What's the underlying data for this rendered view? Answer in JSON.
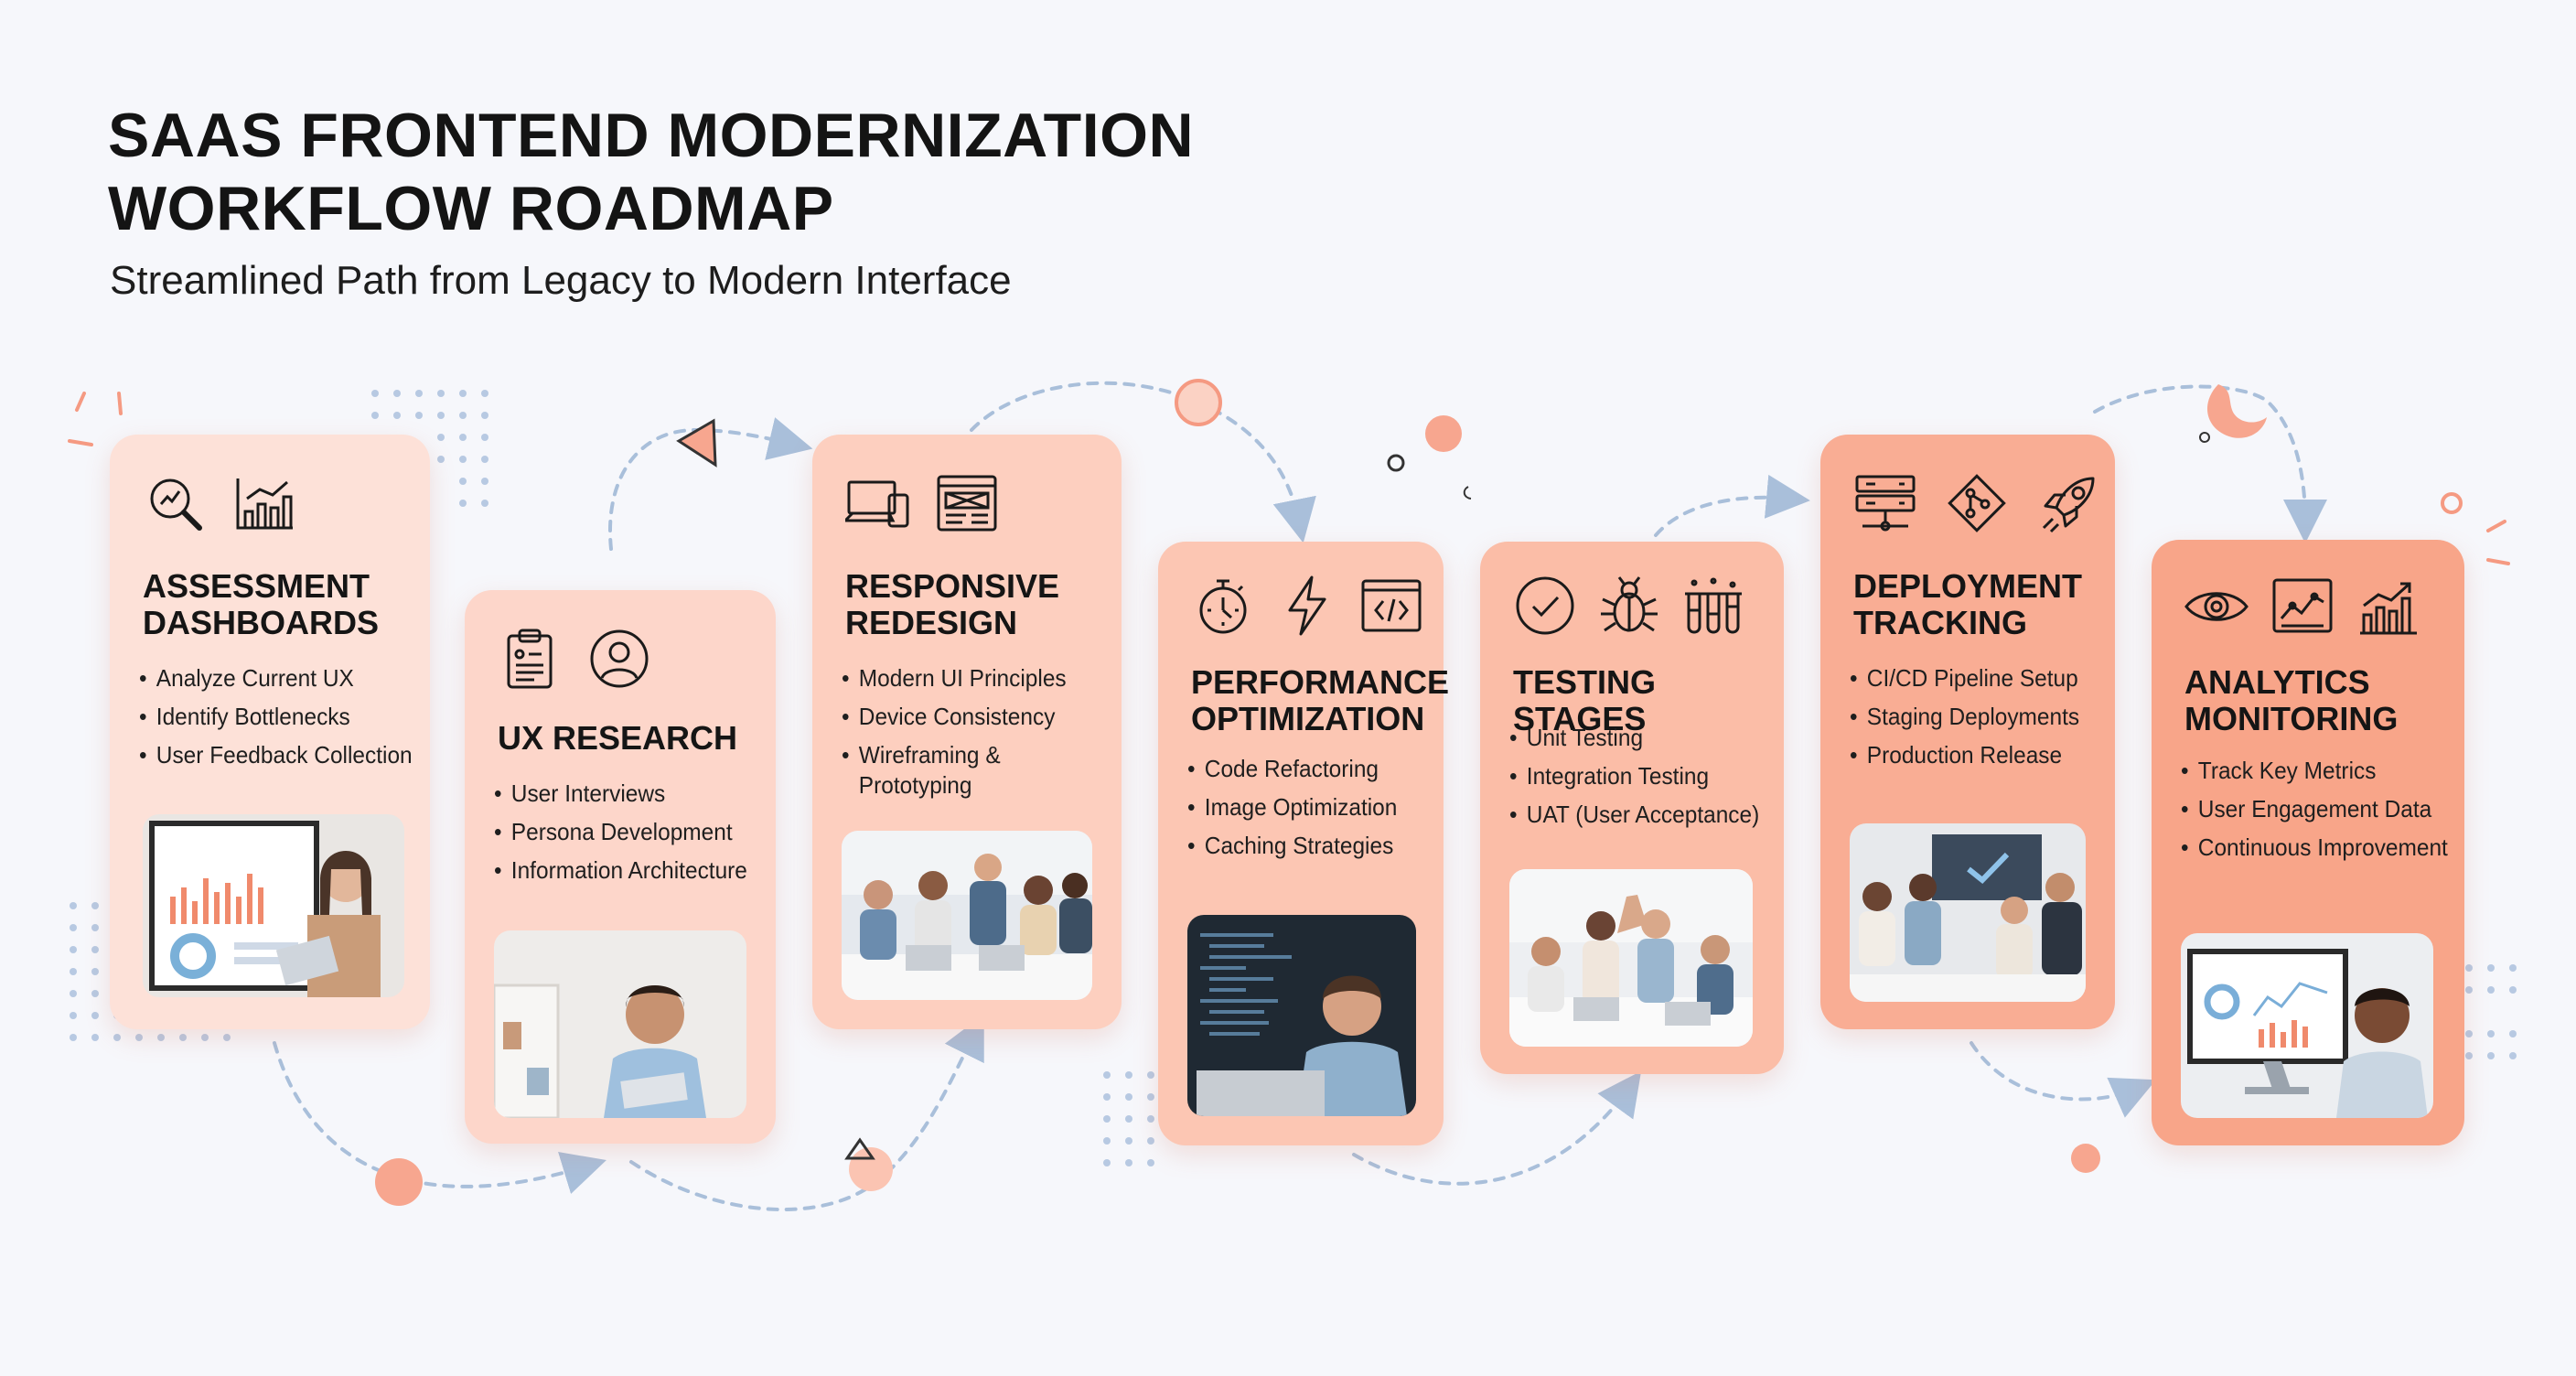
{
  "header": {
    "title_line1": "SAAS FRONTEND MODERNIZATION",
    "title_line2": "WORKFLOW ROADMAP",
    "subtitle": "Streamlined Path from Legacy to Modern Interface"
  },
  "colors": {
    "background": "#f6f7fb",
    "stage_1": "#fde1d8",
    "stage_2": "#fdd6ca",
    "stage_3": "#fdcfbf",
    "stage_4": "#fcc6b3",
    "stage_5": "#fbbda7",
    "stage_6": "#f9ad94",
    "stage_7": "#f8a589",
    "connector": "#a9bfda",
    "accent": "#f59a82"
  },
  "stages": [
    {
      "title_line1": "ASSESSMENT",
      "title_line2": "DASHBOARDS",
      "icons": [
        "magnifier-chart-icon",
        "bar-chart-icon"
      ],
      "bullets": [
        "Analyze Current UX",
        "Identify Bottlenecks",
        "User Feedback Collection"
      ],
      "photo": "woman-presenting-dashboard-photo"
    },
    {
      "title_line1": "UX RESEARCH",
      "title_line2": "",
      "icons": [
        "clipboard-icon",
        "user-icon"
      ],
      "bullets": [
        "User Interviews",
        "Persona Development",
        "Information Architecture"
      ],
      "photo": "man-holding-tablet-photo"
    },
    {
      "title_line1": "RESPONSIVE",
      "title_line2": "REDESIGN",
      "icons": [
        "devices-icon",
        "wireframe-icon"
      ],
      "bullets": [
        "Modern UI Principles",
        "Device Consistency",
        "Wireframing & Prototyping"
      ],
      "photo": "team-meeting-photo"
    },
    {
      "title_line1": "PERFORMANCE",
      "title_line2": "OPTIMIZATION",
      "icons": [
        "stopwatch-icon",
        "lightning-icon",
        "code-window-icon"
      ],
      "bullets": [
        "Code Refactoring",
        "Image Optimization",
        "Caching Strategies"
      ],
      "photo": "developer-at-laptop-photo"
    },
    {
      "title_line1": "TESTING STAGES",
      "title_line2": "",
      "icons": [
        "checkmark-circle-icon",
        "bug-icon",
        "test-tubes-icon"
      ],
      "bullets": [
        "Unit Testing",
        "Integration Testing",
        "UAT (User Acceptance)"
      ],
      "photo": "team-high-five-photo"
    },
    {
      "title_line1": "DEPLOYMENT",
      "title_line2": "TRACKING",
      "icons": [
        "server-icon",
        "git-branch-icon",
        "rocket-icon"
      ],
      "bullets": [
        "CI/CD Pipeline Setup",
        "Staging Deployments",
        "Production Release"
      ],
      "photo": "team-celebrating-photo"
    },
    {
      "title_line1": "ANALYTICS",
      "title_line2": "MONITORING",
      "icons": [
        "eye-icon",
        "line-chart-icon",
        "growth-chart-icon"
      ],
      "bullets": [
        "Track Key Metrics",
        "User Engagement Data",
        "Continuous Improvement"
      ],
      "photo": "analyst-at-monitor-photo"
    }
  ]
}
